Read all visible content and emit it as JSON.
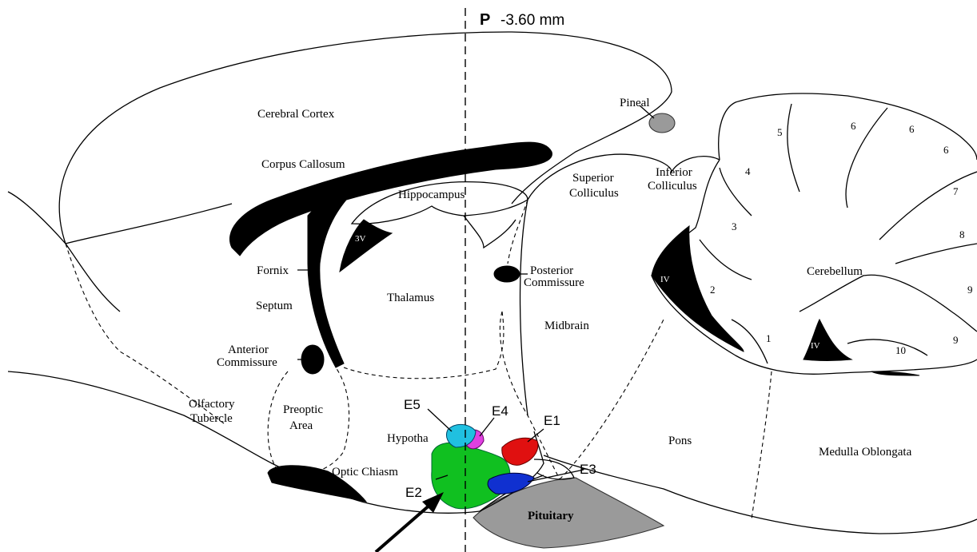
{
  "section": {
    "prefix": "P",
    "value": "-3.60 mm"
  },
  "regions": {
    "cerebral_cortex": "Cerebral Cortex",
    "corpus_callosum": "Corpus Callosum",
    "hippocampus": "Hippocampus",
    "fornix": "Fornix",
    "septum": "Septum",
    "thalamus": "Thalamus",
    "anterior_commissure_1": "Anterior",
    "anterior_commissure_2": "Commissure",
    "olfactory_tubercle_1": "Olfactory",
    "olfactory_tubercle_2": "Tubercle",
    "preoptic_area_1": "Preoptic",
    "preoptic_area_2": "Area",
    "hypothalamus": "Hypotha",
    "optic_chiasm": "Optic Chiasm",
    "pineal": "Pineal",
    "superior_colliculus_1": "Superior",
    "superior_colliculus_2": "Colliculus",
    "inferior_colliculus_1": "Inferior",
    "inferior_colliculus_2": "Colliculus",
    "posterior_commissure_1": "Posterior",
    "posterior_commissure_2": "Commissure",
    "midbrain": "Midbrain",
    "cerebellum": "Cerebellum",
    "pons": "Pons",
    "medulla": "Medulla Oblongata",
    "pituitary": "Pituitary"
  },
  "ventricles": {
    "third": "3V",
    "fourth_upper": "IV",
    "fourth_lower": "IV"
  },
  "cerebellar_lobules": [
    "5",
    "6",
    "6",
    "6",
    "4",
    "7",
    "3",
    "8",
    "2",
    "9",
    "1",
    "10",
    "9"
  ],
  "electrodes": {
    "e1": "E1",
    "e2": "E2",
    "e3": "E3",
    "e4": "E4",
    "e5": "E5",
    "colors": {
      "e1": "#e01010",
      "e2": "#10c020",
      "e3": "#1030d0",
      "e4": "#e040e0",
      "e5": "#20c0e0"
    }
  }
}
